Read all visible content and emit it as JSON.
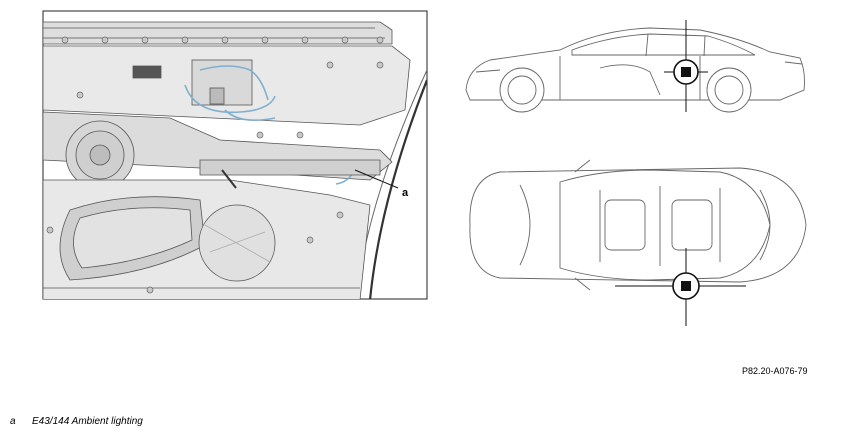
{
  "callouts": [
    {
      "key": "a"
    }
  ],
  "figure_id": "P82.20-A076-79",
  "legend": [
    {
      "key": "a",
      "text": "E43/144 Ambient lighting"
    }
  ],
  "colors": {
    "line": "#444444",
    "fill_light": "#e6e6e6",
    "fill_mid": "#d0d0d0",
    "cable": "#7fb0cf",
    "frame": "#222222"
  }
}
